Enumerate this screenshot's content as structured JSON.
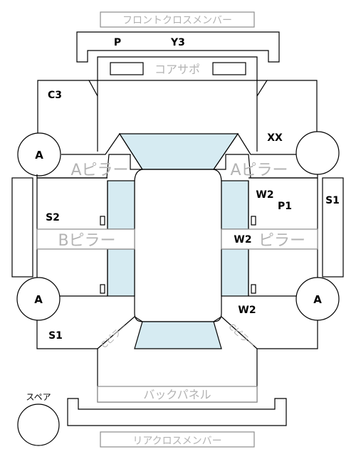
{
  "panels": {
    "front_cross_member": "フロントクロスメンバー",
    "core_support": "コアサポ",
    "a_pillar_left": "Aピラー",
    "a_pillar_right": "Aピラー",
    "b_pillar_left": "Bピラー",
    "b_pillar_right": "ピラー",
    "back_panel": "バックパネル",
    "rear_cross_member": "リアクロスメンバー",
    "c_pillar_left": "Cピラー",
    "c_pillar_right": "Cピラー",
    "spare": "スペア"
  },
  "codes": {
    "front_p": "P",
    "front_y3": "Y3",
    "c3": "C3",
    "xx": "XX",
    "w2_p1_top": "W2",
    "p1": "P1",
    "s1_right": "S1",
    "s2_left": "S2",
    "w2_middle": "W2",
    "w2_bottom": "W2",
    "s1_bottom_left": "S1"
  },
  "wheels": {
    "front_left": "A",
    "rear_left": "A",
    "rear_right": "A",
    "front_right": ""
  }
}
